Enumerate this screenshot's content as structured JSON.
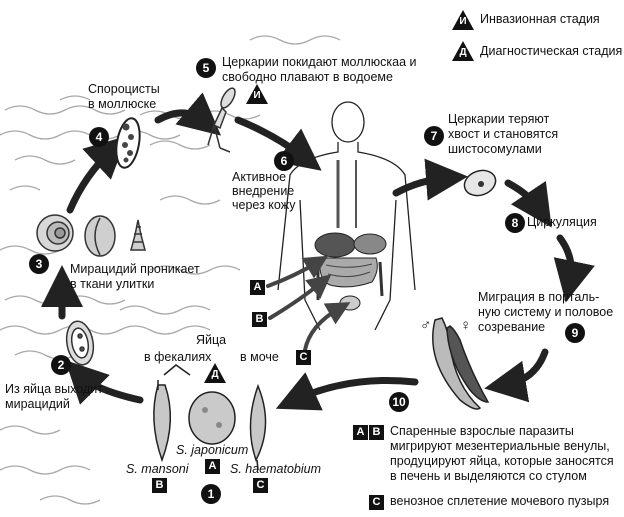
{
  "legend": {
    "infective_stage": {
      "symbol": "И",
      "label": "Инвазионная стадия"
    },
    "diagnostic_stage": {
      "symbol": "Д",
      "label": "Диагностическая стадия"
    }
  },
  "steps": [
    {
      "n": "1",
      "label": "Яйца"
    },
    {
      "n": "2",
      "label": "Из яйца выходит мирацидий"
    },
    {
      "n": "3",
      "label": "Мирацидий проникает в ткани улитки"
    },
    {
      "n": "4",
      "label": "Спороцисты в моллюске"
    },
    {
      "n": "5",
      "label": "Церкарии покидают моллюскаа и свободно плавают в водоеме"
    },
    {
      "n": "6",
      "label": "Активное внедрение через кожу"
    },
    {
      "n": "7",
      "label": "Церкарии теряют хвост и становятся шистосомулами"
    },
    {
      "n": "8",
      "label": "Циркуляция"
    },
    {
      "n": "9",
      "label": "Миграция в портальную систему и половое созревание"
    },
    {
      "n": "10",
      "label": "Спаренные взрослые паразиты мигрируют мезентериальные венулы, продуцируют яйца, которые заносятся в печень и выделяются со стулом"
    }
  ],
  "text": {
    "s4_l1": "Спороцисты",
    "s4_l2": "в моллюске",
    "s5_l1": "Церкарии покидают моллюскаа и",
    "s5_l2": "свободно плавают в водоеме",
    "s6_l1": "Активное",
    "s6_l2": "внедрение",
    "s6_l3": "через кожу",
    "s7_l1": "Церкарии теряют",
    "s7_l2": "хвост и становятся",
    "s7_l3": "шистосомулами",
    "s8": "Циркуляция",
    "s9_l1": "Миграция в порталь-",
    "s9_l2": "ную систему и половое",
    "s9_l3": "созревание",
    "s3_l1": "Мирацидий проникает",
    "s3_l2": "в ткани улитки",
    "s2_l1": "Из яйца выходит",
    "s2_l2": "мирацидий",
    "eggs": "Яйца",
    "in_feces": "в фекалиях",
    "in_urine": "в моче",
    "s10_l1": "Спаренные взрослые паразиты",
    "s10_l2": "мигрируют мезентериальные венулы,",
    "s10_l3": "продуцируют яйца, которые заносятся",
    "s10_l4": "в печень и выделяются со стулом",
    "c_text": "венозное сплетение мочевого пузыря",
    "male": "♂",
    "female": "♀"
  },
  "species": {
    "mansoni": {
      "name": "S. mansoni",
      "letter": "B"
    },
    "japonicum": {
      "name": "S. japonicum",
      "letter": "A"
    },
    "haematobium": {
      "name": "S. haematobium",
      "letter": "C"
    }
  },
  "body_letters": {
    "a": "A",
    "b": "B",
    "c": "C"
  }
}
